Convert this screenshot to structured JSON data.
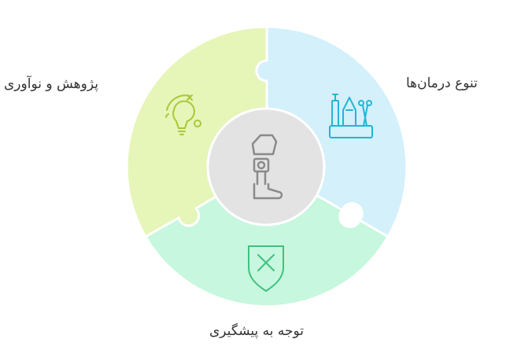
{
  "diagram": {
    "segments": [
      {
        "id": "research",
        "label": "پژوهش و نوآوری",
        "color": "#e6f5b8",
        "icon_stroke": "#a8c83a",
        "icon": "lightbulb-icon"
      },
      {
        "id": "treatments",
        "label": "تنوع درمان‌ها",
        "color": "#d3f0fb",
        "icon_stroke": "#24b4d6",
        "icon": "medical-tools-icon"
      },
      {
        "id": "prevention",
        "label": "توجه به پیشگیری",
        "color": "#c7f7de",
        "icon_stroke": "#3fc17f",
        "icon": "shield-x-icon"
      }
    ],
    "center": {
      "color": "#e3e3e3",
      "icon": "prosthetic-leg-icon",
      "icon_stroke": "#8a8a8a"
    }
  }
}
